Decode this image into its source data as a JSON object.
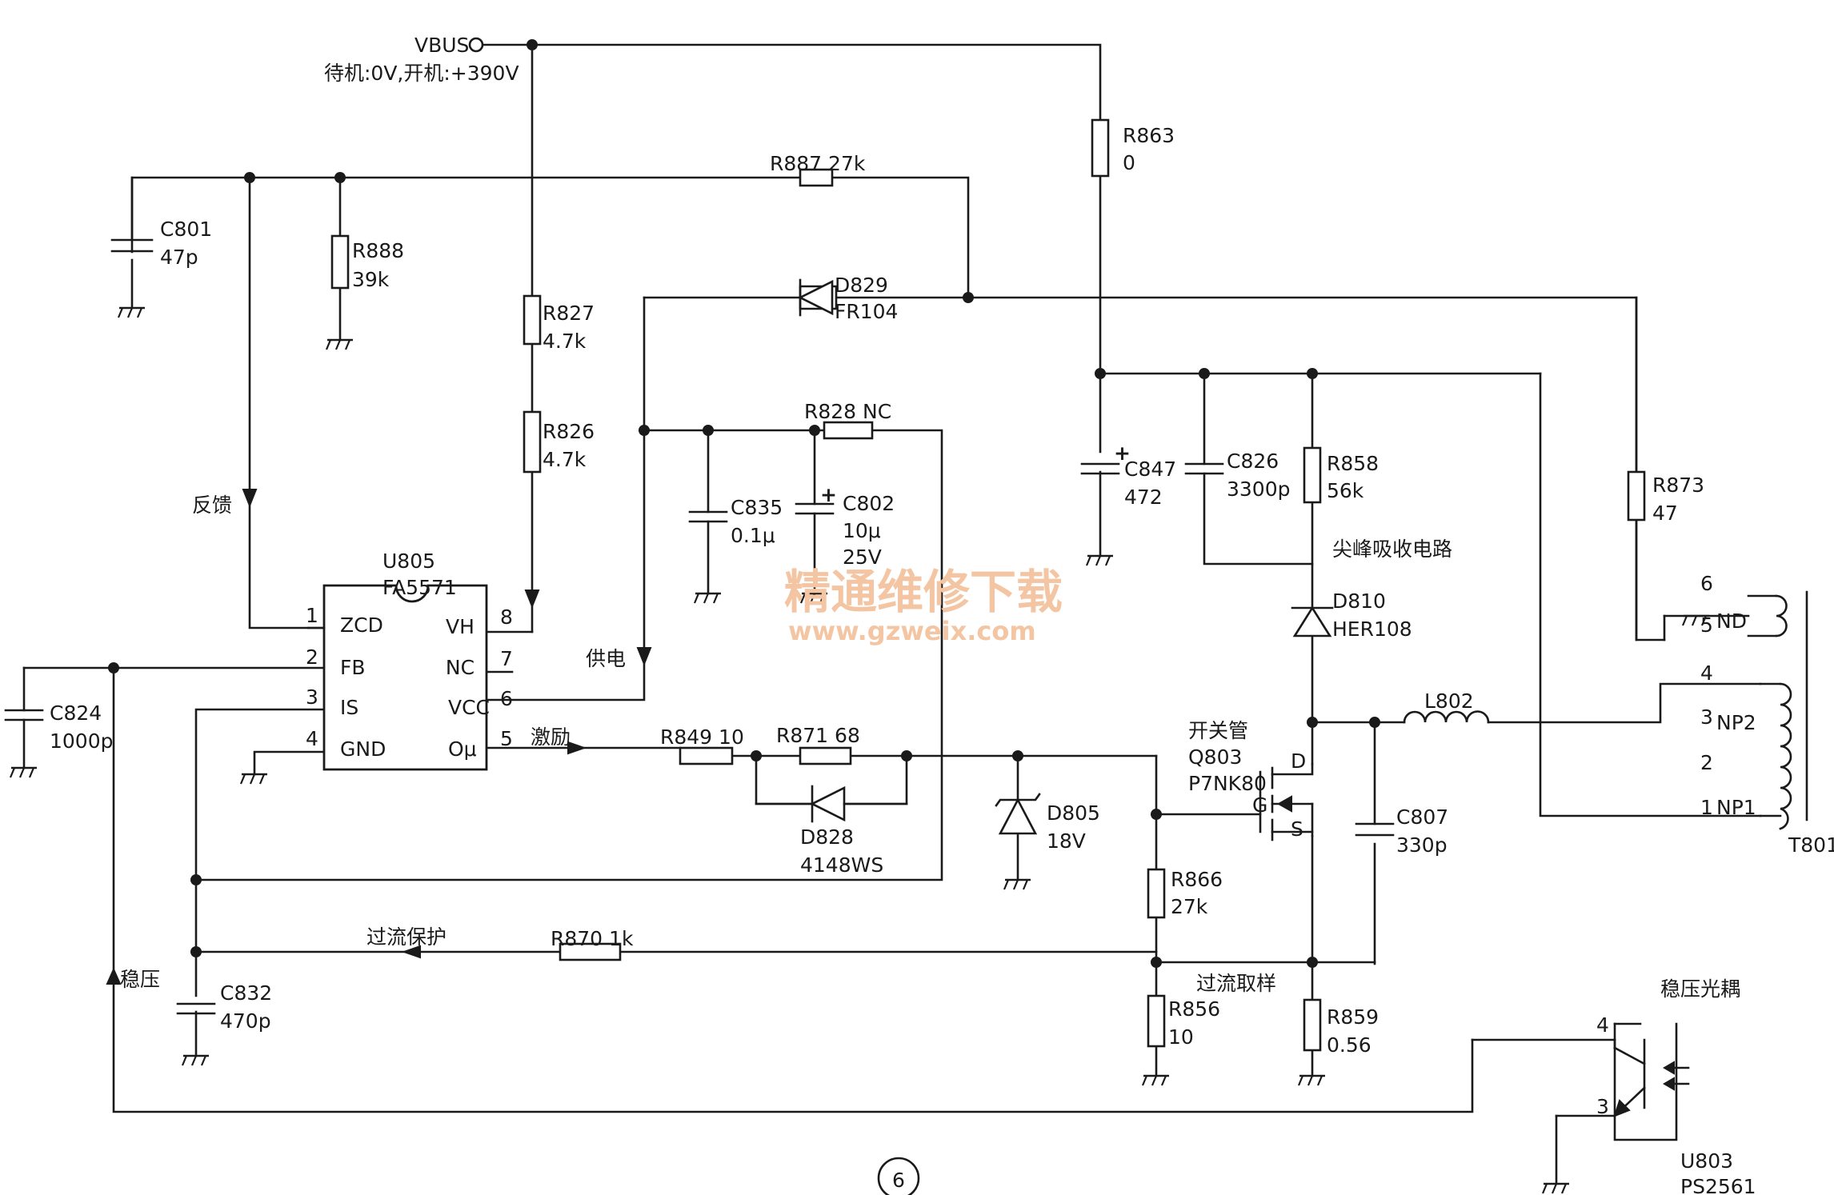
{
  "figure": {
    "number": "6"
  },
  "watermark": {
    "title": "精通维修下载",
    "url": "www.gzweix.com"
  },
  "nets": {
    "vbus": "VBUS",
    "vbus_note": "待机:0V,开机:+390V",
    "feedback": "反馈",
    "supply": "供电",
    "drive": "激励",
    "snubber": "尖峰吸收电路",
    "ocp": "过流保护",
    "sense": "过流取样",
    "regulation": "稳压"
  },
  "parts": {
    "c801": {
      "ref": "C801",
      "value": "47p"
    },
    "r888": {
      "ref": "R888",
      "value": "39k"
    },
    "r887": {
      "label": "R887 27k"
    },
    "r863": {
      "ref": "R863",
      "value": "0"
    },
    "d829": {
      "ref": "D829",
      "value": "FR104"
    },
    "r827": {
      "ref": "R827",
      "value": "4.7k"
    },
    "r826": {
      "ref": "R826",
      "value": "4.7k"
    },
    "r828": {
      "label": "R828 NC"
    },
    "c835": {
      "ref": "C835",
      "value": "0.1μ"
    },
    "c802": {
      "ref": "C802",
      "value": "10μ",
      "voltage": "25V"
    },
    "c847": {
      "ref": "C847",
      "value": "472"
    },
    "c826": {
      "ref": "C826",
      "value": "3300p"
    },
    "r858": {
      "ref": "R858",
      "value": "56k"
    },
    "d810": {
      "ref": "D810",
      "value": "HER108"
    },
    "r873": {
      "ref": "R873",
      "value": "47"
    },
    "u805": {
      "ref": "U805",
      "value": "FA5571",
      "pins": [
        {
          "num": "1",
          "name": "ZCD"
        },
        {
          "num": "2",
          "name": "FB"
        },
        {
          "num": "3",
          "name": "IS"
        },
        {
          "num": "4",
          "name": "GND"
        },
        {
          "num": "5",
          "name": "Oμ"
        },
        {
          "num": "6",
          "name": "VCC"
        },
        {
          "num": "7",
          "name": "NC"
        },
        {
          "num": "8",
          "name": "VH"
        }
      ]
    },
    "r849": {
      "label": "R849 10"
    },
    "r871": {
      "label": "R871 68"
    },
    "d828": {
      "ref": "D828",
      "value": "4148WS"
    },
    "d805": {
      "ref": "D805",
      "value": "18V"
    },
    "q803": {
      "role": "开关管",
      "ref": "Q803",
      "value": "P7NK80",
      "pin_g": "G",
      "pin_d": "D",
      "pin_s": "S"
    },
    "l802": {
      "ref": "L802"
    },
    "c807": {
      "ref": "C807",
      "value": "330p"
    },
    "r866": {
      "ref": "R866",
      "value": "27k"
    },
    "r870": {
      "label": "R870 1k"
    },
    "r856": {
      "ref": "R856",
      "value": "10"
    },
    "r859": {
      "ref": "R859",
      "value": "0.56"
    },
    "c832": {
      "ref": "C832",
      "value": "470p"
    },
    "c824": {
      "ref": "C824",
      "value": "1000p"
    },
    "t801": {
      "ref": "T801",
      "pin1": "1",
      "pin2": "2",
      "pin3": "3",
      "pin4": "4",
      "pin5": "5",
      "pin6": "6",
      "nd": "ND",
      "np1": "NP1",
      "np2": "NP2"
    },
    "u803": {
      "role": "稳压光耦",
      "ref": "U803",
      "value": "PS2561",
      "pin3": "3",
      "pin4": "4"
    }
  }
}
